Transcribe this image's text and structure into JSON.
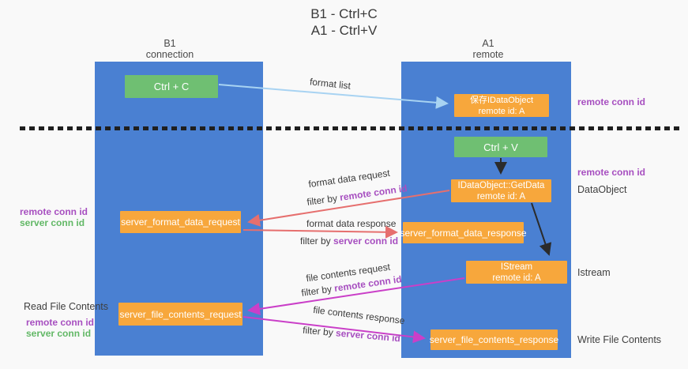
{
  "title": {
    "line1": "B1 - Ctrl+C",
    "line2": "A1 - Ctrl+V"
  },
  "columns": {
    "left": {
      "name": "B1",
      "sub": "connection"
    },
    "right": {
      "name": "A1",
      "sub": "remote"
    }
  },
  "boxes": {
    "ctrl_c": "Ctrl + C",
    "ctrl_v": "Ctrl + V",
    "save_dataobject": {
      "line1": "保存IDataObject",
      "line2": "remote id: A"
    },
    "getdata": {
      "line1": "IDataObject::GetData",
      "line2": "remote id: A"
    },
    "istream": {
      "line1": "IStream",
      "line2": "remote id: A"
    },
    "format_request": "server_format_data_request",
    "format_response": "server_format_data_response",
    "file_request": "server_file_contents_request",
    "file_response": "server_file_contents_response"
  },
  "flow_labels": {
    "format_list": "format list",
    "format_data_request": "format data request",
    "format_data_response": "format data response",
    "file_contents_request": "file contents request",
    "file_contents_response": "file contents response",
    "filter_by": "filter by ",
    "remote_conn_id": "remote conn id",
    "server_conn_id": "server conn id"
  },
  "side_labels": {
    "left_remote_conn_id": "remote conn id",
    "left_server_conn_id": "server conn id",
    "read_file_contents": "Read File Contents",
    "right_remote_conn_id_top": "remote conn id",
    "right_remote_conn_id_mid": "remote conn id",
    "dataobject": "DataObject",
    "istream": "Istream",
    "write_file_contents": "Write File Contents"
  },
  "colors": {
    "background": "#f9f9f9",
    "column_blue": "#4a80d2",
    "box_green": "#6fbf72",
    "box_orange": "#f7a73c",
    "arrow_light_blue": "#a8d3f2",
    "arrow_salmon": "#e66f6e",
    "arrow_magenta": "#ca3fc8",
    "arrow_black": "#2b2b2b",
    "label_purple": "#a74fc0",
    "label_green": "#62b866",
    "dash_black": "#1f1f1f"
  }
}
